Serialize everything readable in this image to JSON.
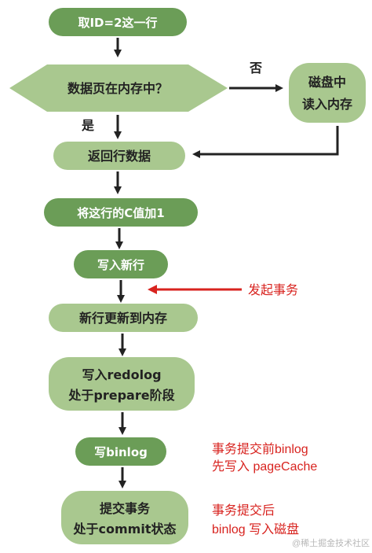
{
  "nodes": {
    "fetch_row": "取ID=2这一行",
    "in_memory_question": "数据页在内存中？",
    "read_from_disk_line1": "磁盘中",
    "read_from_disk_line2": "读入内存",
    "return_row": "返回行数据",
    "add_one": "将这行的C值加1",
    "write_new_row": "写入新行",
    "update_memory": "新行更新到内存",
    "redolog_line1": "写入redolog",
    "redolog_line2": "处于prepare阶段",
    "write_binlog": "写binlog",
    "commit_line1": "提交事务",
    "commit_line2": "处于commit状态"
  },
  "branch_labels": {
    "no": "否",
    "yes": "是"
  },
  "annotations": {
    "start_transaction": "发起事务",
    "before_commit_line1": "事务提交前binlog",
    "before_commit_line2": "先写入 pageCache",
    "after_commit_line1": "事务提交后",
    "after_commit_line2": "binlog 写入磁盘"
  },
  "watermark": "@稀土掘金技术社区",
  "colors": {
    "node_fill": "#6b9d57",
    "node_fill_light": "#a9c88f",
    "arrow": "#222222",
    "annotation_red": "#d8231f"
  }
}
